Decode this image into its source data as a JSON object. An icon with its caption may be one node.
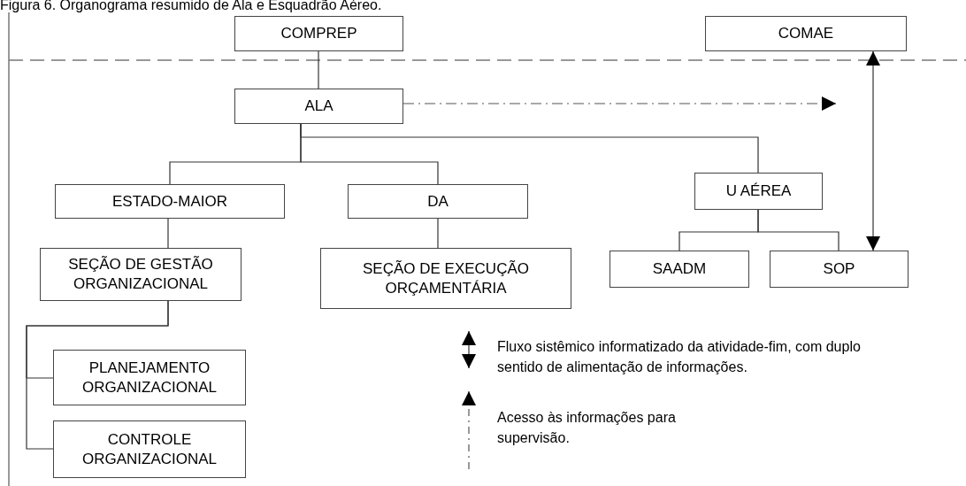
{
  "diagram": {
    "title": "Figura 6. Organograma resumido de Ala e Esquadrão Aéreo.",
    "nodes": [
      {
        "text": [
          "COMPREP"
        ]
      },
      {
        "text": [
          "COMAE"
        ]
      },
      {
        "text": [
          "ALA"
        ]
      },
      {
        "text": [
          "ESTADO-MAIOR"
        ]
      },
      {
        "text": [
          "DA"
        ]
      },
      {
        "text": [
          "U AÉREA"
        ]
      },
      {
        "text": [
          "SEÇÃO DE GESTÃO ORGANIZACIONAL"
        ]
      },
      {
        "text": [
          "SEÇÃO DE EXECUÇÃO ORÇAMENTÁRIA"
        ]
      },
      {
        "text": [
          "SAADM"
        ]
      },
      {
        "text": [
          "SOP"
        ]
      },
      {
        "text": [
          "PLANEJAMENTO ORGANIZACIONAL"
        ]
      },
      {
        "text": [
          "CONTROLE ORGANIZACIONAL"
        ]
      }
    ],
    "edges": [
      {
        "from": 0,
        "to": 2,
        "arrow": "none"
      },
      {
        "from": 2,
        "to": 3,
        "arrow": "none"
      },
      {
        "from": 2,
        "to": 4,
        "arrow": "none"
      },
      {
        "from": 2,
        "to": 5,
        "arrow": "none"
      },
      {
        "from": 3,
        "to": 6,
        "arrow": "none"
      },
      {
        "from": 4,
        "to": 7,
        "arrow": "none"
      },
      {
        "from": 5,
        "to": 8,
        "arrow": "none"
      },
      {
        "from": 5,
        "to": 9,
        "arrow": "none"
      },
      {
        "from": 6,
        "to": 10,
        "arrow": "none"
      },
      {
        "from": 6,
        "to": 11,
        "arrow": "none"
      },
      {
        "from": 2,
        "to": null,
        "arrow": "to",
        "style": "dashed"
      },
      {
        "from": 9,
        "to": 1,
        "arrow": "both"
      }
    ],
    "legend": [
      {
        "text": "Fluxo sistêmico informatizado da atividade-fim, com duplo sentido de alimentação de informações."
      },
      {
        "text": "Acesso às informações para supervisão."
      }
    ]
  }
}
